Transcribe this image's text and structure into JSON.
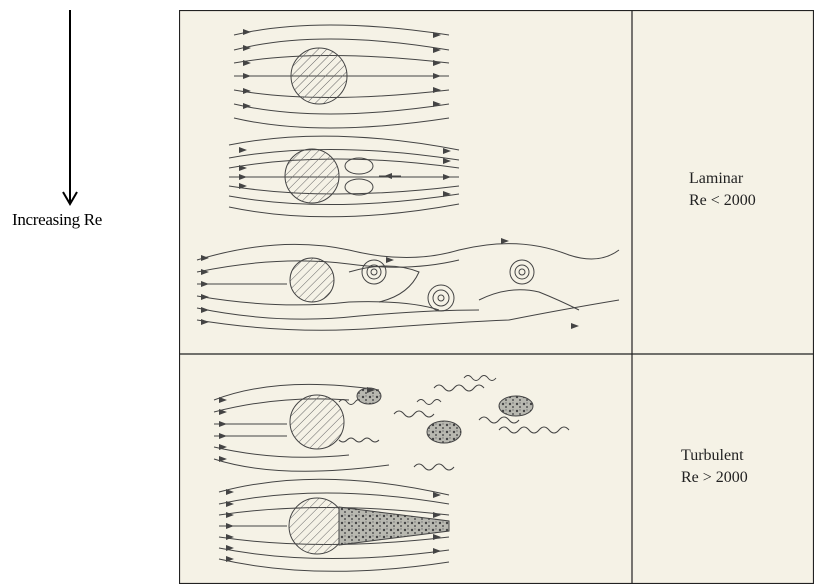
{
  "side": {
    "label": "Increasing Re"
  },
  "regimes": [
    {
      "name": "Laminar",
      "condition": "Re < 2000"
    },
    {
      "name": "Turbulent",
      "condition": "Re > 2000"
    }
  ],
  "colors": {
    "panel_bg": "#f5f2e6",
    "ink": "#333333"
  }
}
